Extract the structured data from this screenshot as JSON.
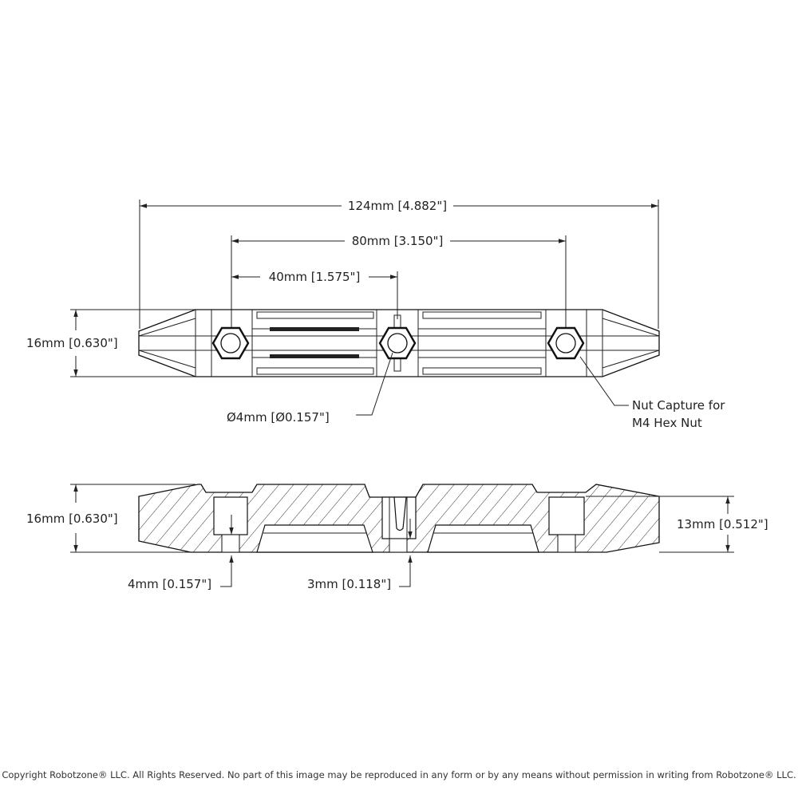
{
  "top_view": {
    "overall_length": "124mm [4.882\"]",
    "outer_hole_spacing": "80mm [3.150\"]",
    "half_hole_spacing": "40mm [1.575\"]",
    "height": "16mm [0.630\"]",
    "hole_diameter": "Ø4mm [Ø0.157\"]",
    "nut_capture_line1": "Nut Capture for",
    "nut_capture_line2": "M4 Hex Nut"
  },
  "section_view": {
    "height": "16mm [0.630\"]",
    "inner_height": "13mm [0.512\"]",
    "hole_depth": "4mm [0.157\"]",
    "slot_depth": "3mm [0.118\"]"
  },
  "footer": {
    "copyright": "Copyright Robotzone® LLC.  All Rights Reserved. No part of this image may be reproduced in any form or by any means without permission in writing from Robotzone® LLC."
  }
}
